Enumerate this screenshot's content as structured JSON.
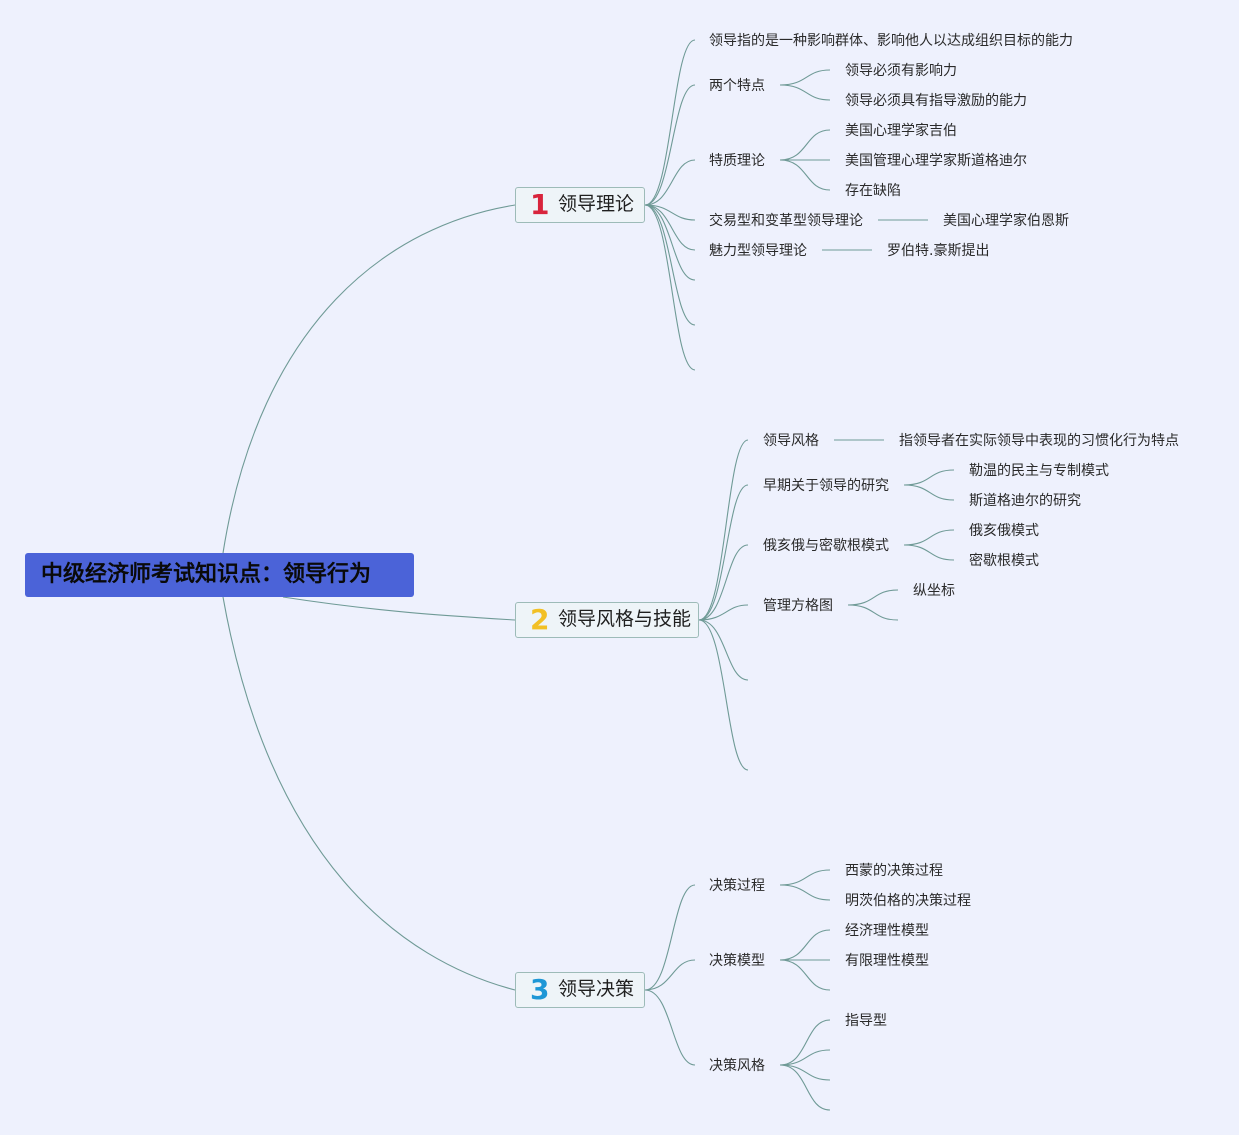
{
  "root": {
    "title": "中级经济师考试知识点：领导行为"
  },
  "branches": [
    {
      "number": "1",
      "number_color": "#d8243c",
      "title": "领导理论",
      "children": [
        {
          "label": "领导指的是一种影响群体、影响他人以达成组织目标的能力"
        },
        {
          "label": "两个特点",
          "children": [
            "领导必须有影响力",
            "领导必须具有指导激励的能力"
          ]
        },
        {
          "label": "特质理论",
          "children": [
            "美国心理学家吉伯",
            "美国管理心理学家斯道格迪尔",
            "存在缺陷"
          ]
        },
        {
          "label": "交易型和变革型领导理论",
          "children": [
            "美国心理学家伯恩斯"
          ]
        },
        {
          "label": "魅力型领导理论",
          "children": [
            "罗伯特.豪斯提出"
          ]
        }
      ]
    },
    {
      "number": "2",
      "number_color": "#f2c025",
      "title": "领导风格与技能",
      "children": [
        {
          "label": "领导风格",
          "children": [
            "指领导者在实际领导中表现的习惯化行为特点"
          ]
        },
        {
          "label": "早期关于领导的研究",
          "children": [
            "勒温的民主与专制模式",
            "斯道格迪尔的研究"
          ]
        },
        {
          "label": "俄亥俄与密歇根模式",
          "children": [
            "俄亥俄模式",
            "密歇根模式"
          ]
        },
        {
          "label": "管理方格图",
          "children": [
            "纵坐标"
          ]
        }
      ]
    },
    {
      "number": "3",
      "number_color": "#1e97d6",
      "title": "领导决策",
      "children": [
        {
          "label": "决策过程",
          "children": [
            "西蒙的决策过程",
            "明茨伯格的决策过程"
          ]
        },
        {
          "label": "决策模型",
          "children": [
            "经济理性模型",
            "有限理性模型"
          ]
        },
        {
          "label": "决策风格",
          "children": [
            "指导型"
          ]
        }
      ]
    }
  ]
}
